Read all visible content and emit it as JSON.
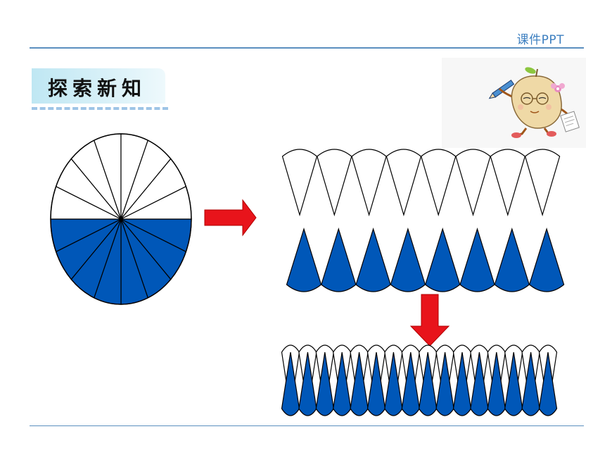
{
  "header": {
    "brand": "课件PPT"
  },
  "section": {
    "title": "探索新知"
  },
  "colors": {
    "accent_blue": "#0057b8",
    "arrow_red": "#e8141b",
    "rule_blue": "#5b8fbf",
    "title_bg": "#cdeef7"
  },
  "icons": {
    "mascot": "pear-teacher-mascot-icon",
    "arrow_right": "arrow-right-icon",
    "arrow_down": "arrow-down-icon"
  },
  "diagram": {
    "circle_sectors": 16,
    "shaded_sectors": 8,
    "top_row_sectors": 8,
    "bottom_row_sectors": 8,
    "rearranged_sectors": 16
  }
}
